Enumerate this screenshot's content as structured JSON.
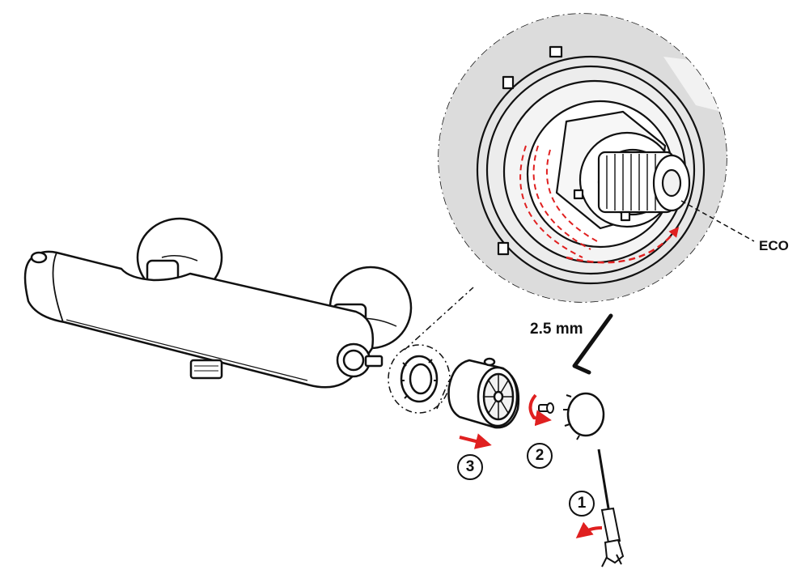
{
  "labels": {
    "eco": "ECO",
    "allen_key_size": "2.5 mm"
  },
  "steps": [
    "1",
    "2",
    "3"
  ],
  "colors": {
    "outline": "#111111",
    "arrow": "#e02020",
    "shade": "#dcdcdc",
    "light": "#f2f2f2"
  }
}
